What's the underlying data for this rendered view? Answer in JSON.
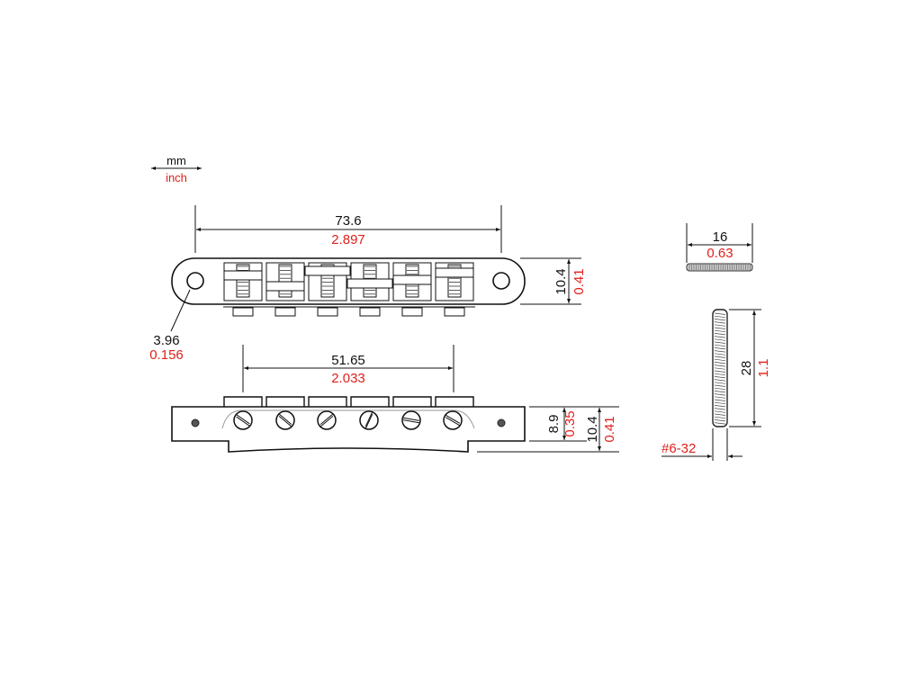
{
  "legend": {
    "unit_primary": "mm",
    "unit_secondary": "inch"
  },
  "dimensions": {
    "overall_length": {
      "mm": "73.6",
      "inch": "2.897"
    },
    "height_top_view": {
      "mm": "10.4",
      "inch": "0.41"
    },
    "hole_diameter": {
      "mm": "3.96",
      "inch": "0.156"
    },
    "string_spread": {
      "mm": "51.65",
      "inch": "2.033"
    },
    "saddle_height": {
      "mm": "8.9",
      "inch": "0.35"
    },
    "total_height": {
      "mm": "10.4",
      "inch": "0.41"
    },
    "thumbwheel_diameter": {
      "mm": "16",
      "inch": "0.63"
    },
    "stud_length": {
      "mm": "28",
      "inch": "1.1"
    },
    "stud_thread": "#6-32"
  },
  "colors": {
    "primary_text": "#111111",
    "secondary_text": "#e0201c"
  }
}
